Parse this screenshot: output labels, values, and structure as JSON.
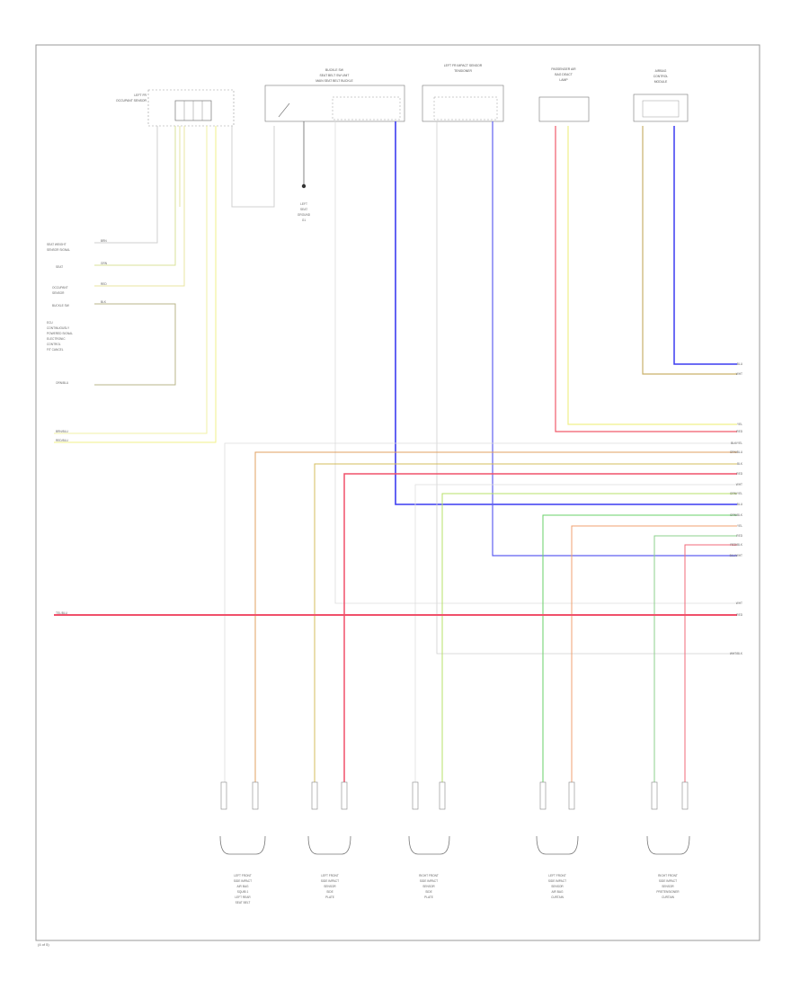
{
  "diagram": {
    "components": {
      "left_module": [
        "LEFT FR",
        "OCCUPANT SENSOR"
      ],
      "buckle_module": [
        "BUCKLE SW",
        "SEAT BELT SW UNIT",
        "MAIN SEAT BELT BUCKLE"
      ],
      "front_module": [
        "LEFT FR IMPACT SENSOR",
        "TENSIONER"
      ],
      "mid_module": [
        "PASSENGER AIR",
        "BAG DEACT",
        "LAMP"
      ],
      "right_module": [
        "AIRBAG",
        "CONTROL",
        "MODULE"
      ],
      "ground_label": [
        "LEFT",
        "SEAT",
        "GROUND",
        "G1"
      ]
    },
    "left_labels": [
      [
        "SEAT WEIGHT",
        "SENSOR SIGNAL"
      ],
      [
        "SEAT"
      ],
      [
        "OCCUPANT",
        "SENSOR"
      ],
      [
        "BUCKLE SW"
      ],
      [
        "ECU",
        "CONTINUOUSLY",
        "POWERED SIGNAL",
        "ELECTRONIC",
        "CONTROL",
        "FIT CANCEL"
      ]
    ],
    "left_wire_labels": [
      "BRN",
      "GRN",
      "RED",
      "BLK",
      "ORN/BLU",
      "BRN/BLU",
      "RED/BLU",
      "TEL/BLU"
    ],
    "right_wire_labels": [
      "BLU",
      "WHT",
      "YEL",
      "RED",
      "BLK/YEL",
      "GRN/BLU",
      "BLK",
      "RED",
      "WHT",
      "GRN/YEL",
      "BLU",
      "GRN/BLK",
      "YEL",
      "RED",
      "RED/BLK",
      "BLU/WHT",
      "WHT",
      "RED",
      "WHT/BLK"
    ],
    "bottom_labels": [
      [
        "LEFT FRONT",
        "SIDE IMPACT",
        "AIR BAG",
        "SQUIB 1",
        "LEFT REAR",
        "SEAT BELT"
      ],
      [
        "LEFT FRONT",
        "SIDE IMPACT",
        "SENSOR",
        "SIDE",
        "PLATE"
      ],
      [
        "RIGHT FRONT",
        "SIDE IMPACT",
        "SENSOR",
        "SIDE",
        "PLATE"
      ],
      [
        "LEFT FRONT",
        "SIDE IMPACT",
        "SENSOR",
        "AIR BAG",
        "CURTAIN"
      ],
      [
        "RIGHT FRONT",
        "SIDE IMPACT",
        "SENSOR",
        "PRETENSIONER",
        "CURTAIN"
      ]
    ],
    "footer": "(4 of 5)"
  }
}
